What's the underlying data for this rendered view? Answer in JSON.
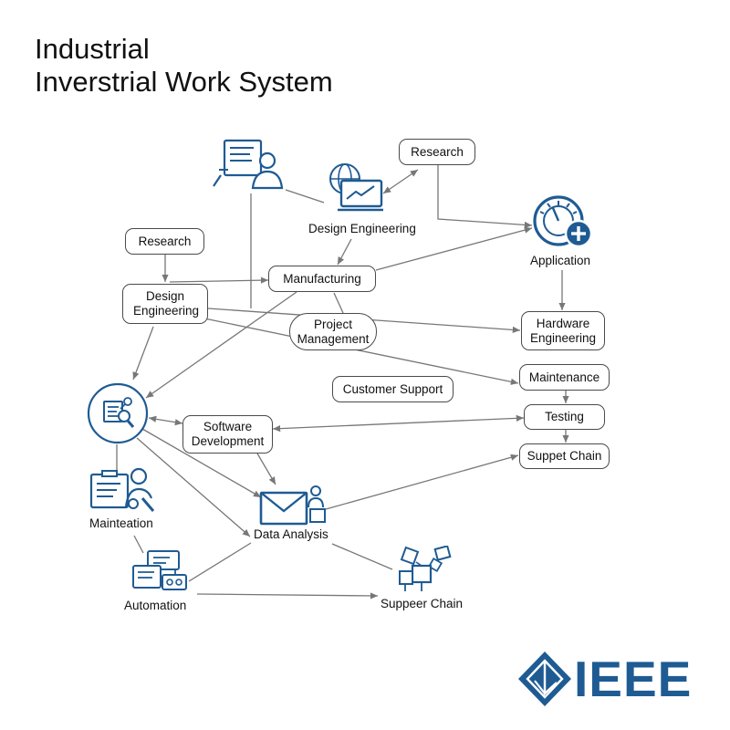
{
  "title": {
    "line1": "Industrial",
    "line2": "Inverstrial Work System"
  },
  "nodes": {
    "research_top": "Research",
    "design_engineering_top": "Design Engineering",
    "application": "Application",
    "research_left": "Research",
    "manufacturing": "Manufacturing",
    "design_engineering_left": "Design Engineering",
    "project_management": "Project Management",
    "hardware_engineering": "Hardware Engineering",
    "customer_support": "Customer Support",
    "maintenance": "Maintenance",
    "software_development": "Software Development",
    "testing": "Testing",
    "suppet_chain": "Suppet Chain",
    "mainteation": "Mainteation",
    "data_analysis": "Data Analysis",
    "automation": "Automation",
    "suppeer_chain": "Suppeer Chain"
  },
  "logo": {
    "text": "IEEE"
  },
  "colors": {
    "icon_blue": "#1f5b93",
    "edge_gray": "#777777",
    "box_border": "#4a4a4a"
  }
}
